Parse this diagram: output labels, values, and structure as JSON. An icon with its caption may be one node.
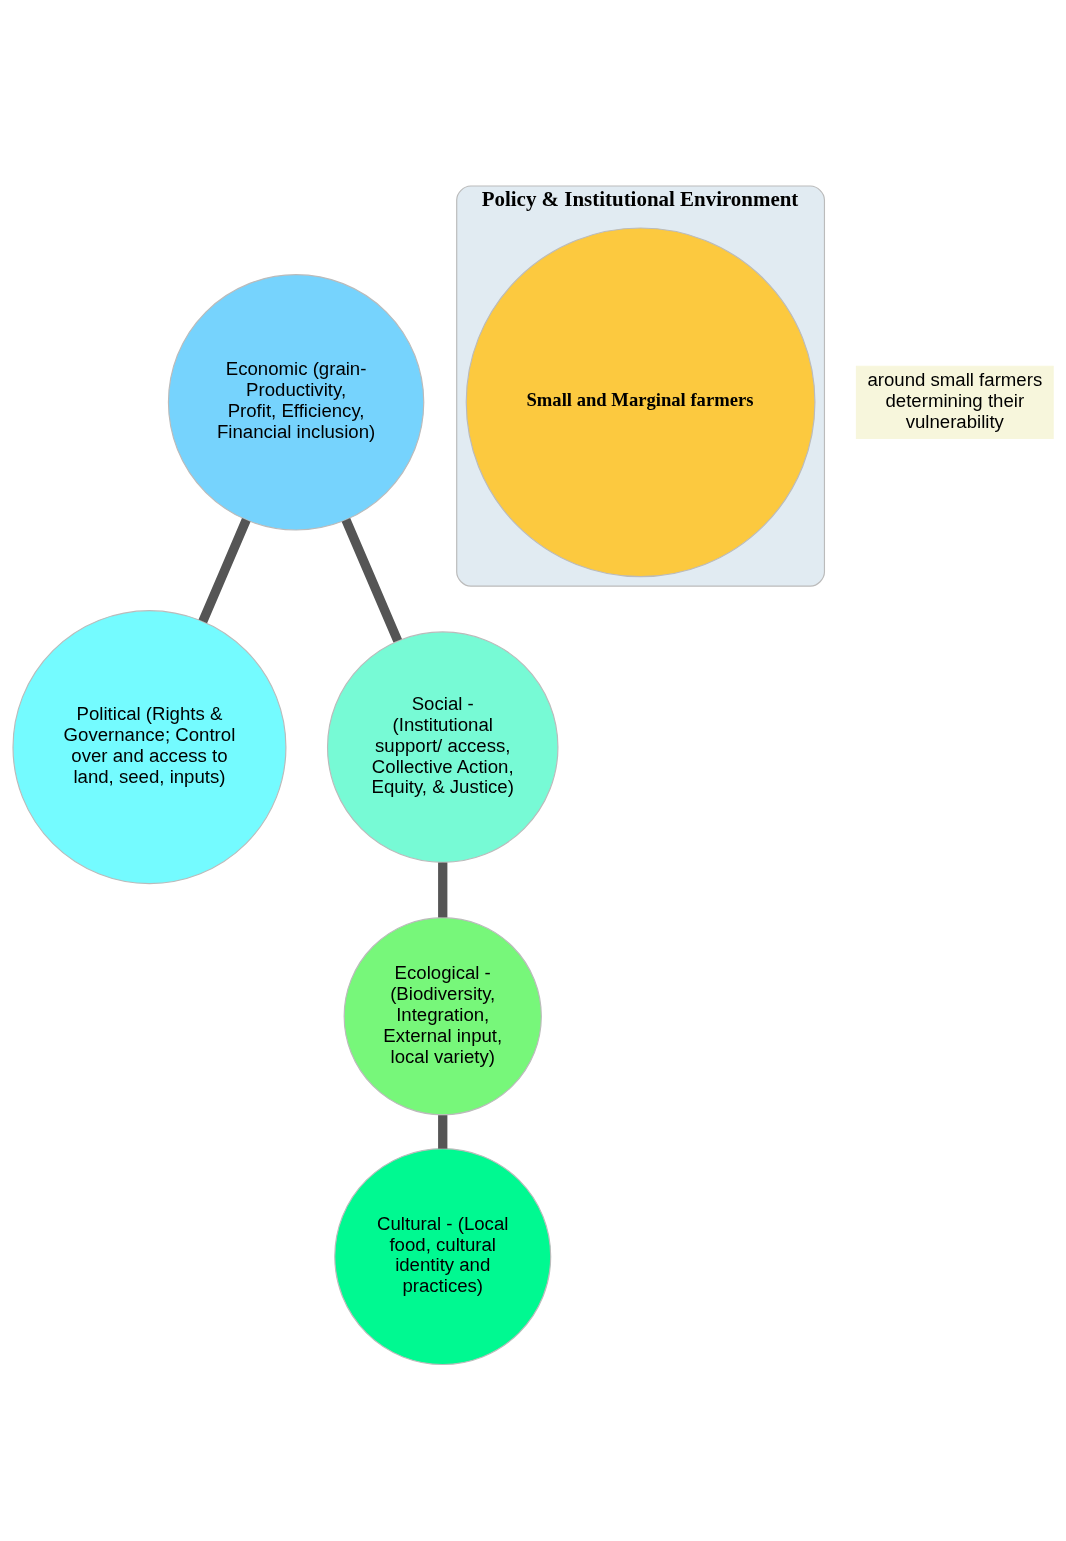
{
  "diagram": {
    "nodes": [
      {
        "text": [
          "Political (Rights & Governance; Control over and access to land, seed, inputs)"
        ]
      },
      {
        "text": [
          "Economic (grain- Productivity, Profit, Efficiency, Financial inclusion)"
        ]
      },
      {
        "text": [
          "Policy & Institutional Environment"
        ]
      },
      {
        "text": [
          "Small and Marginal farmers"
        ],
        "in": 2
      },
      {
        "text": [
          "Social - (Institutional support/ access, Collective Action, Equity, & Justice)"
        ]
      },
      {
        "text": [
          "Ecological - (Biodiversity, Integration, External input, local variety)"
        ]
      },
      {
        "text": [
          "Cultural - (Local food, cultural identity and practices)"
        ]
      }
    ],
    "edges": [
      {
        "from": 1,
        "to": 0,
        "arrow": "none"
      },
      {
        "from": 1,
        "to": 4,
        "arrow": "none"
      },
      {
        "from": 4,
        "to": 5,
        "arrow": "none"
      },
      {
        "from": 5,
        "to": 6,
        "arrow": "none"
      }
    ],
    "labels": [
      "around small farmers determining their vulnerability"
    ]
  }
}
